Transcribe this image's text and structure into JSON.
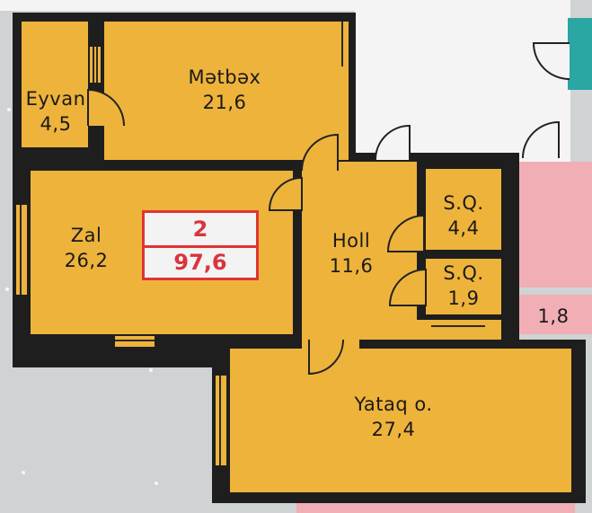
{
  "rooms": {
    "eyvan": {
      "name": "Eyvan",
      "area": "4,5"
    },
    "metbex": {
      "name": "Mətbəx",
      "area": "21,6"
    },
    "zal": {
      "name": "Zal",
      "area": "26,2"
    },
    "holl": {
      "name": "Holl",
      "area": "11,6"
    },
    "sq1": {
      "name": "S.Q.",
      "area": "4,4"
    },
    "sq2": {
      "name": "S.Q.",
      "area": "1,9"
    },
    "yataq": {
      "name": "Yataq o.",
      "area": "27,4"
    },
    "neighbor": {
      "area": "1,8"
    }
  },
  "badge": {
    "rooms_count": "2",
    "total_area": "97,6"
  },
  "colors": {
    "room_fill": "#eeb33b",
    "wall": "#1e1e1e",
    "background": "#cfd3d4",
    "badge_border": "#e03434",
    "neighbor_pink": "#f2aeb5",
    "neighbor_teal": "#2aa6a3"
  }
}
